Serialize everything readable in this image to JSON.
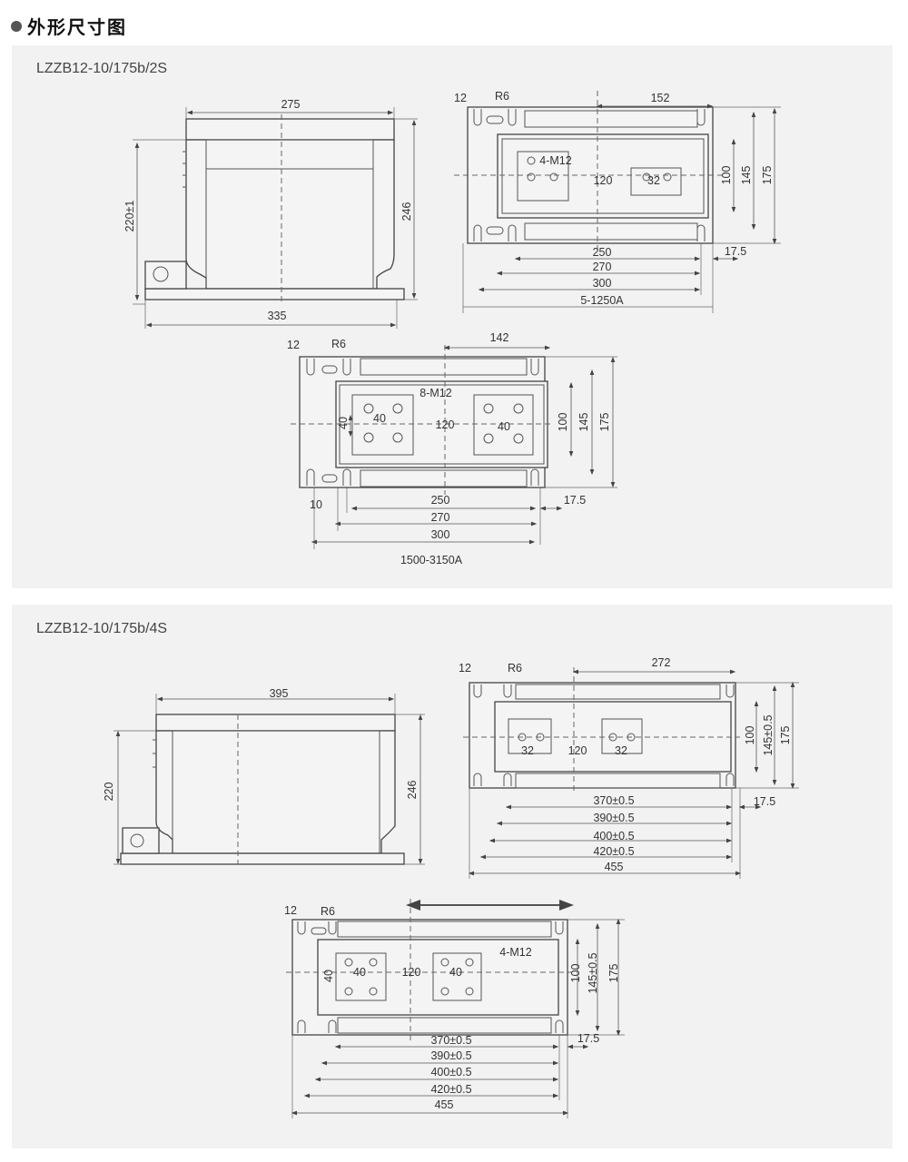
{
  "title": "外形尺寸图",
  "colors": {
    "panel_bg": "#f2f2f2",
    "line": "#555555"
  },
  "sections": [
    {
      "model": "LZZB12-10/175b/2S",
      "side_view": {
        "width_top": "275",
        "height": "246",
        "height_inner": "220±1",
        "width_base": "335"
      },
      "top_view_low": {
        "slot_width": "12",
        "radius": "R6",
        "half_length": "152",
        "holes": "4-M12",
        "center_spacing": "120",
        "terminal": "32",
        "h100": "100",
        "h145": "145",
        "h175": "175",
        "d250": "250",
        "d270": "270",
        "d300": "300",
        "offset": "17.5",
        "caption": "5-1250A"
      },
      "top_view_high": {
        "slot_width": "12",
        "radius": "R6",
        "half_length": "142",
        "holes": "8-M12",
        "pitch_a": "40",
        "pitch_v": "40",
        "center_spacing": "120",
        "pitch_b": "40",
        "h100": "100",
        "h145": "145",
        "h175": "175",
        "d10": "10",
        "d250": "250",
        "d270": "270",
        "d300": "300",
        "offset": "17.5",
        "caption": "1500-3150A"
      }
    },
    {
      "model": "LZZB12-10/175b/4S",
      "side_view": {
        "width_top": "395",
        "height": "246",
        "height_inner": "220"
      },
      "top_view_low": {
        "slot_width": "12",
        "radius": "R6",
        "half_length": "272",
        "terminal_a": "32",
        "center_spacing": "120",
        "terminal_b": "32",
        "h100": "100",
        "h145": "145±0.5",
        "h175": "175",
        "d370": "370±0.5",
        "d390": "390±0.5",
        "d400": "400±0.5",
        "d420": "420±0.5",
        "d455": "455",
        "offset": "17.5"
      },
      "top_view_high": {
        "slot_width": "12",
        "radius": "R6",
        "holes": "4-M12",
        "pitch_a": "40",
        "pitch_v": "40",
        "center_spacing": "120",
        "pitch_b": "40",
        "h100": "100",
        "h145": "145±0.5",
        "h175": "175",
        "d370": "370±0.5",
        "d390": "390±0.5",
        "d400": "400±0.5",
        "d420": "420±0.5",
        "d455": "455",
        "offset": "17.5"
      }
    }
  ]
}
